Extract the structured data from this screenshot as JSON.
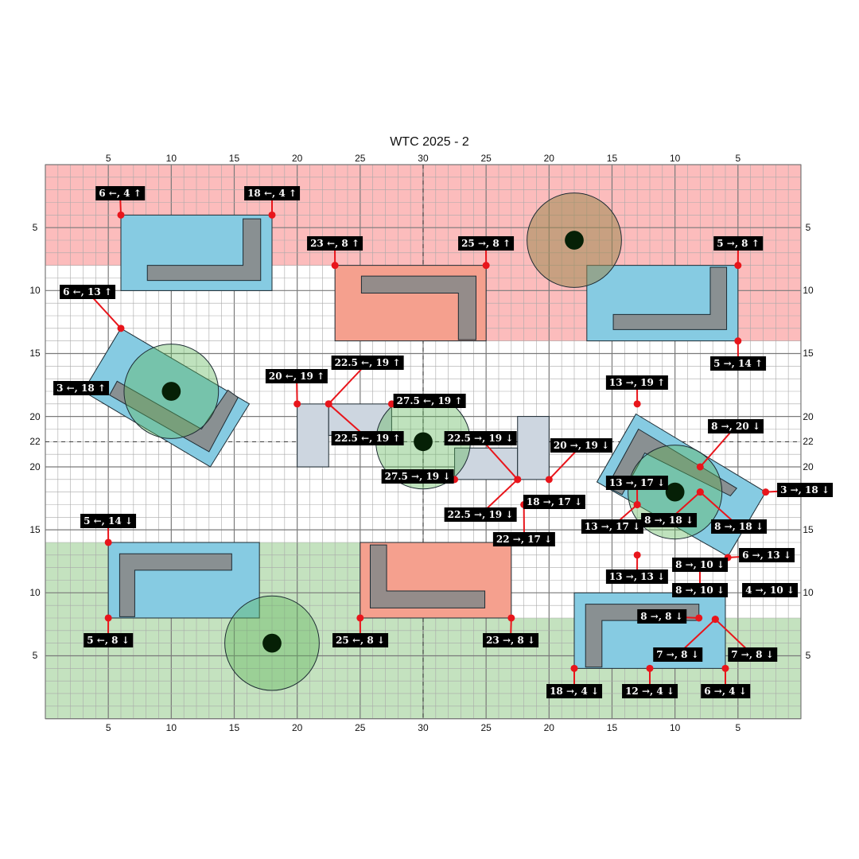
{
  "title": "WTC 2025 - 2",
  "axes": {
    "top": [
      "5",
      "10",
      "15",
      "20",
      "25",
      "30",
      "25",
      "20",
      "15",
      "10",
      "5"
    ],
    "bottom": [
      "5",
      "10",
      "15",
      "20",
      "25",
      "30",
      "25",
      "20",
      "15",
      "10",
      "5"
    ],
    "left": [
      "5",
      "10",
      "15",
      "20",
      "22",
      "20",
      "15",
      "10",
      "5"
    ],
    "right": [
      "5",
      "10",
      "15",
      "20",
      "22",
      "20",
      "15",
      "10",
      "5"
    ]
  },
  "colors": {
    "red_zone": "#fcbcbc",
    "green_zone": "#c4e2bf",
    "blue_block": "#86cbe2",
    "salmon_block": "#f5a08e",
    "gray_wall": "#8a8a8a",
    "slate_block": "#cdd6e0",
    "marker": "#e8151b"
  },
  "labels": [
    "6 ←, 4 ↑",
    "18 ←, 4 ↑",
    "23 ←, 8 ↑",
    "25 →, 8 ↑",
    "5 →, 8 ↑",
    "5 →, 14 ↑",
    "6 ←, 13 ↑",
    "3 ←, 18 ↑",
    "20 ←, 19 ↑",
    "22.5 ←, 19 ↑",
    "22.5 ←, 19 ↑",
    "27.5 ←, 19 ↑",
    "22.5 →, 19 ↓",
    "20 →, 19 ↓",
    "27.5 →, 19 ↓",
    "22.5 →, 19 ↓",
    "18 →, 17 ↓",
    "22 →, 17 ↓",
    "13 →, 19 ↑",
    "8 →, 20 ↓",
    "3 →, 18 ↓",
    "13 →, 17 ↓",
    "13 →, 17 ↓",
    "8 →, 18 ↓",
    "8 →, 18 ↓",
    "6 →, 13 ↓",
    "13 →, 13 ↓",
    "8 →, 10 ↓",
    "8 →, 10 ↓",
    "4 →, 10 ↓",
    "8 →, 8 ↓",
    "7 →, 8 ↓",
    "7 →, 8 ↓",
    "18 →, 4 ↓",
    "12 →, 4 ↓",
    "6 →, 4 ↓",
    "5 ←, 14 ↓",
    "5 ←, 8 ↓",
    "25 ←, 8 ↓",
    "23 →, 8 ↓"
  ]
}
